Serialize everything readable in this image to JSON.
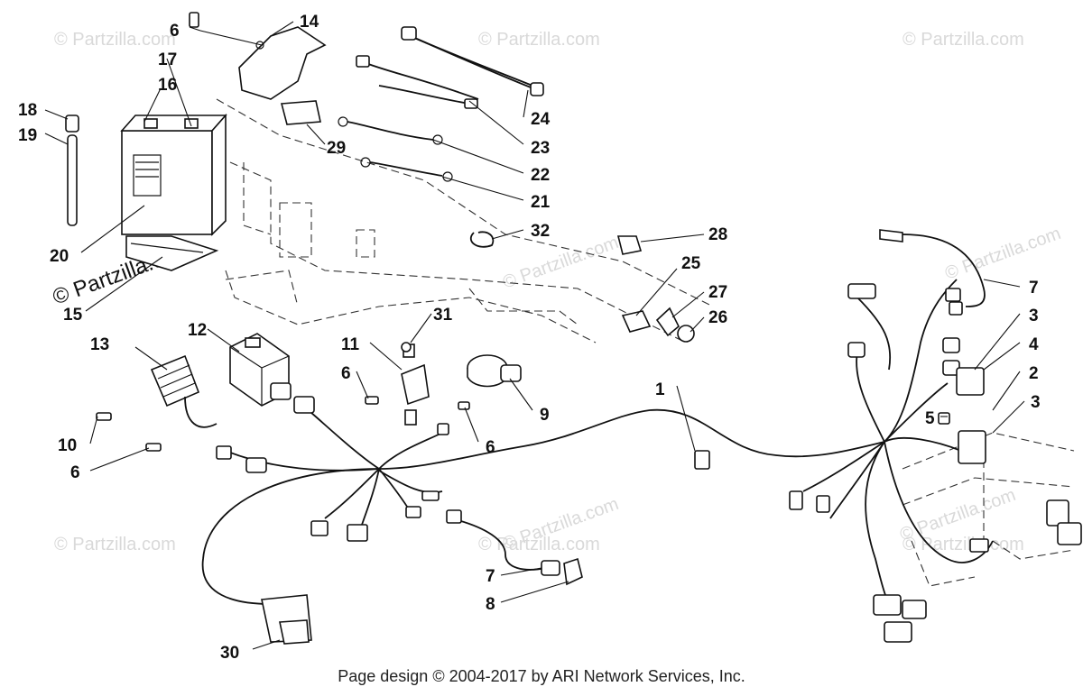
{
  "footer": "Page design © 2004-2017 by ARI Network Services, Inc.",
  "watermark": "© Partzilla.com",
  "callouts": {
    "c1": "1",
    "c2": "2",
    "c3a": "3",
    "c3b": "3",
    "c4": "4",
    "c5": "5",
    "c6a": "6",
    "c6b": "6",
    "c6c": "6",
    "c6d": "6",
    "c7a": "7",
    "c7b": "7",
    "c8": "8",
    "c9": "9",
    "c10": "10",
    "c11": "11",
    "c12": "12",
    "c13": "13",
    "c14": "14",
    "c15": "15",
    "c16": "16",
    "c17": "17",
    "c18": "18",
    "c19": "19",
    "c20": "20",
    "c21": "21",
    "c22": "22",
    "c23": "23",
    "c24": "24",
    "c25": "25",
    "c26": "26",
    "c27": "27",
    "c28": "28",
    "c29": "29",
    "c30": "30",
    "c31": "31",
    "c32": "32"
  }
}
